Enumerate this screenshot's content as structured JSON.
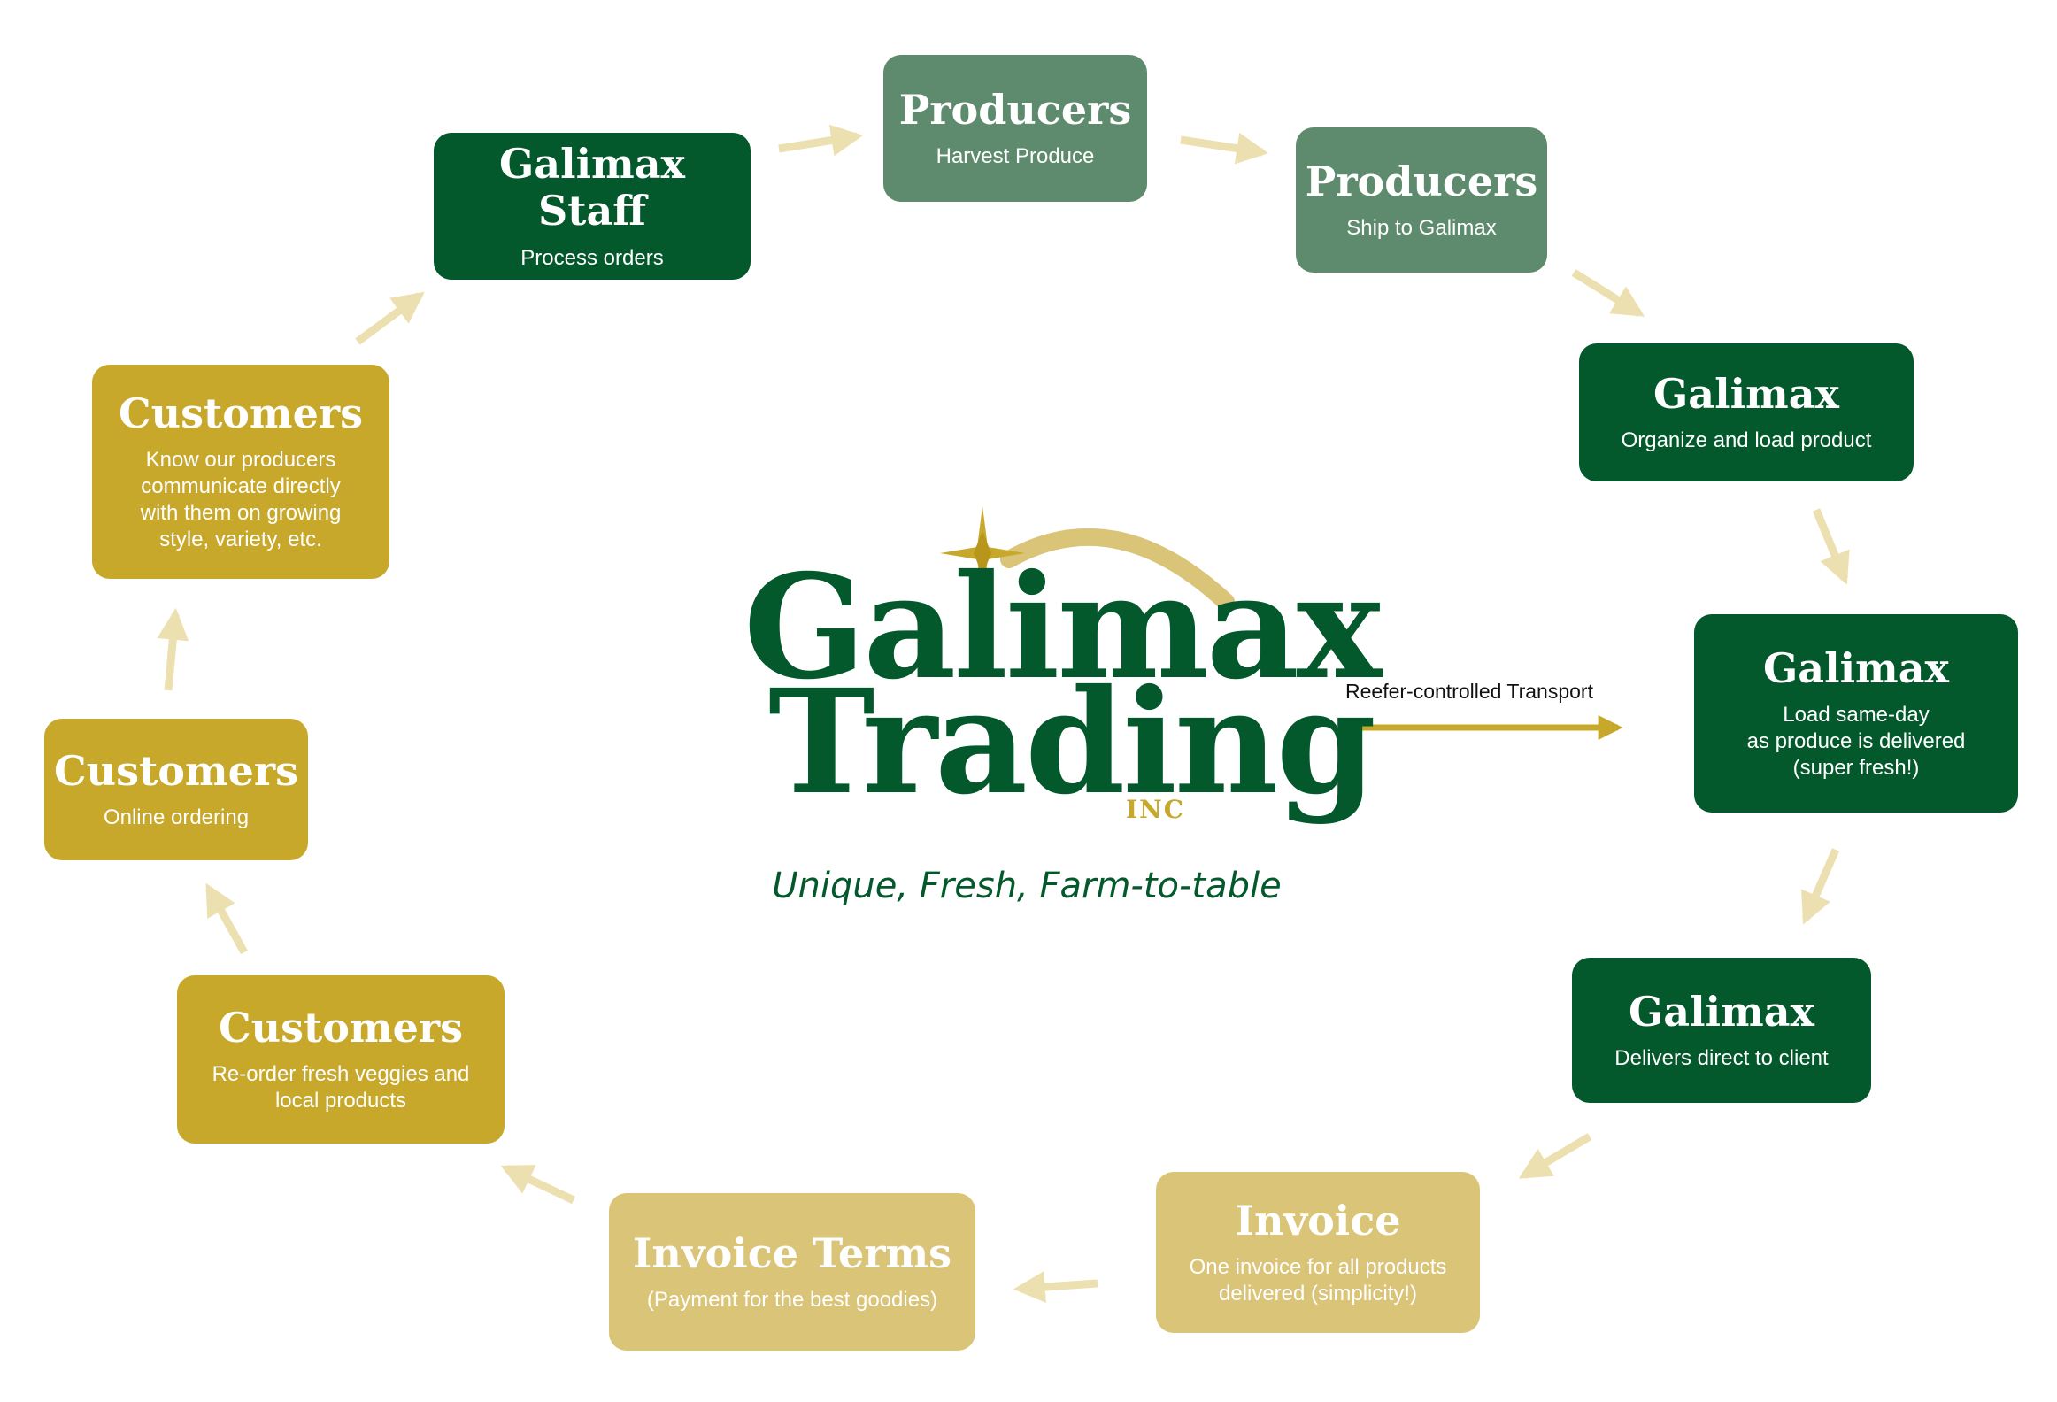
{
  "colors": {
    "dark_green": "#03582c",
    "sage_green": "#5e8b6d",
    "mustard": "#c7a82b",
    "sand": "#dac478",
    "arrow_pale": "#ece0b0",
    "transport_arrow": "#c7a82b"
  },
  "logo": {
    "line1": "Galimax",
    "line2": "Trading",
    "suffix": "INC",
    "icon": "star-icon"
  },
  "tagline": "Unique, Fresh, Farm-to-table",
  "transport": {
    "label": "Reefer-controlled Transport"
  },
  "steps": [
    {
      "title": "Galimax Staff",
      "desc": "Process orders",
      "color": "dark"
    },
    {
      "title": "Producers",
      "desc": "Harvest Produce",
      "color": "sage"
    },
    {
      "title": "Producers",
      "desc": "Ship to Galimax",
      "color": "sage"
    },
    {
      "title": "Galimax",
      "desc": "Organize and load product",
      "color": "dark"
    },
    {
      "title": "Galimax",
      "desc": "Load same-day\nas produce is delivered\n(super fresh!)",
      "color": "dark"
    },
    {
      "title": "Galimax",
      "desc": "Delivers direct to client",
      "color": "dark"
    },
    {
      "title": "Invoice",
      "desc": "One invoice for all products\ndelivered (simplicity!)",
      "color": "sand"
    },
    {
      "title": "Invoice Terms",
      "desc": "(Payment for the best goodies)",
      "color": "sand"
    },
    {
      "title": "Customers",
      "desc": "Re-order fresh veggies and\nlocal products",
      "color": "mustard"
    },
    {
      "title": "Customers",
      "desc": "Online ordering",
      "color": "mustard"
    },
    {
      "title": "Customers",
      "desc": "Know our producers\ncommunicate directly\nwith them on growing\nstyle, variety, etc.",
      "color": "mustard"
    }
  ]
}
